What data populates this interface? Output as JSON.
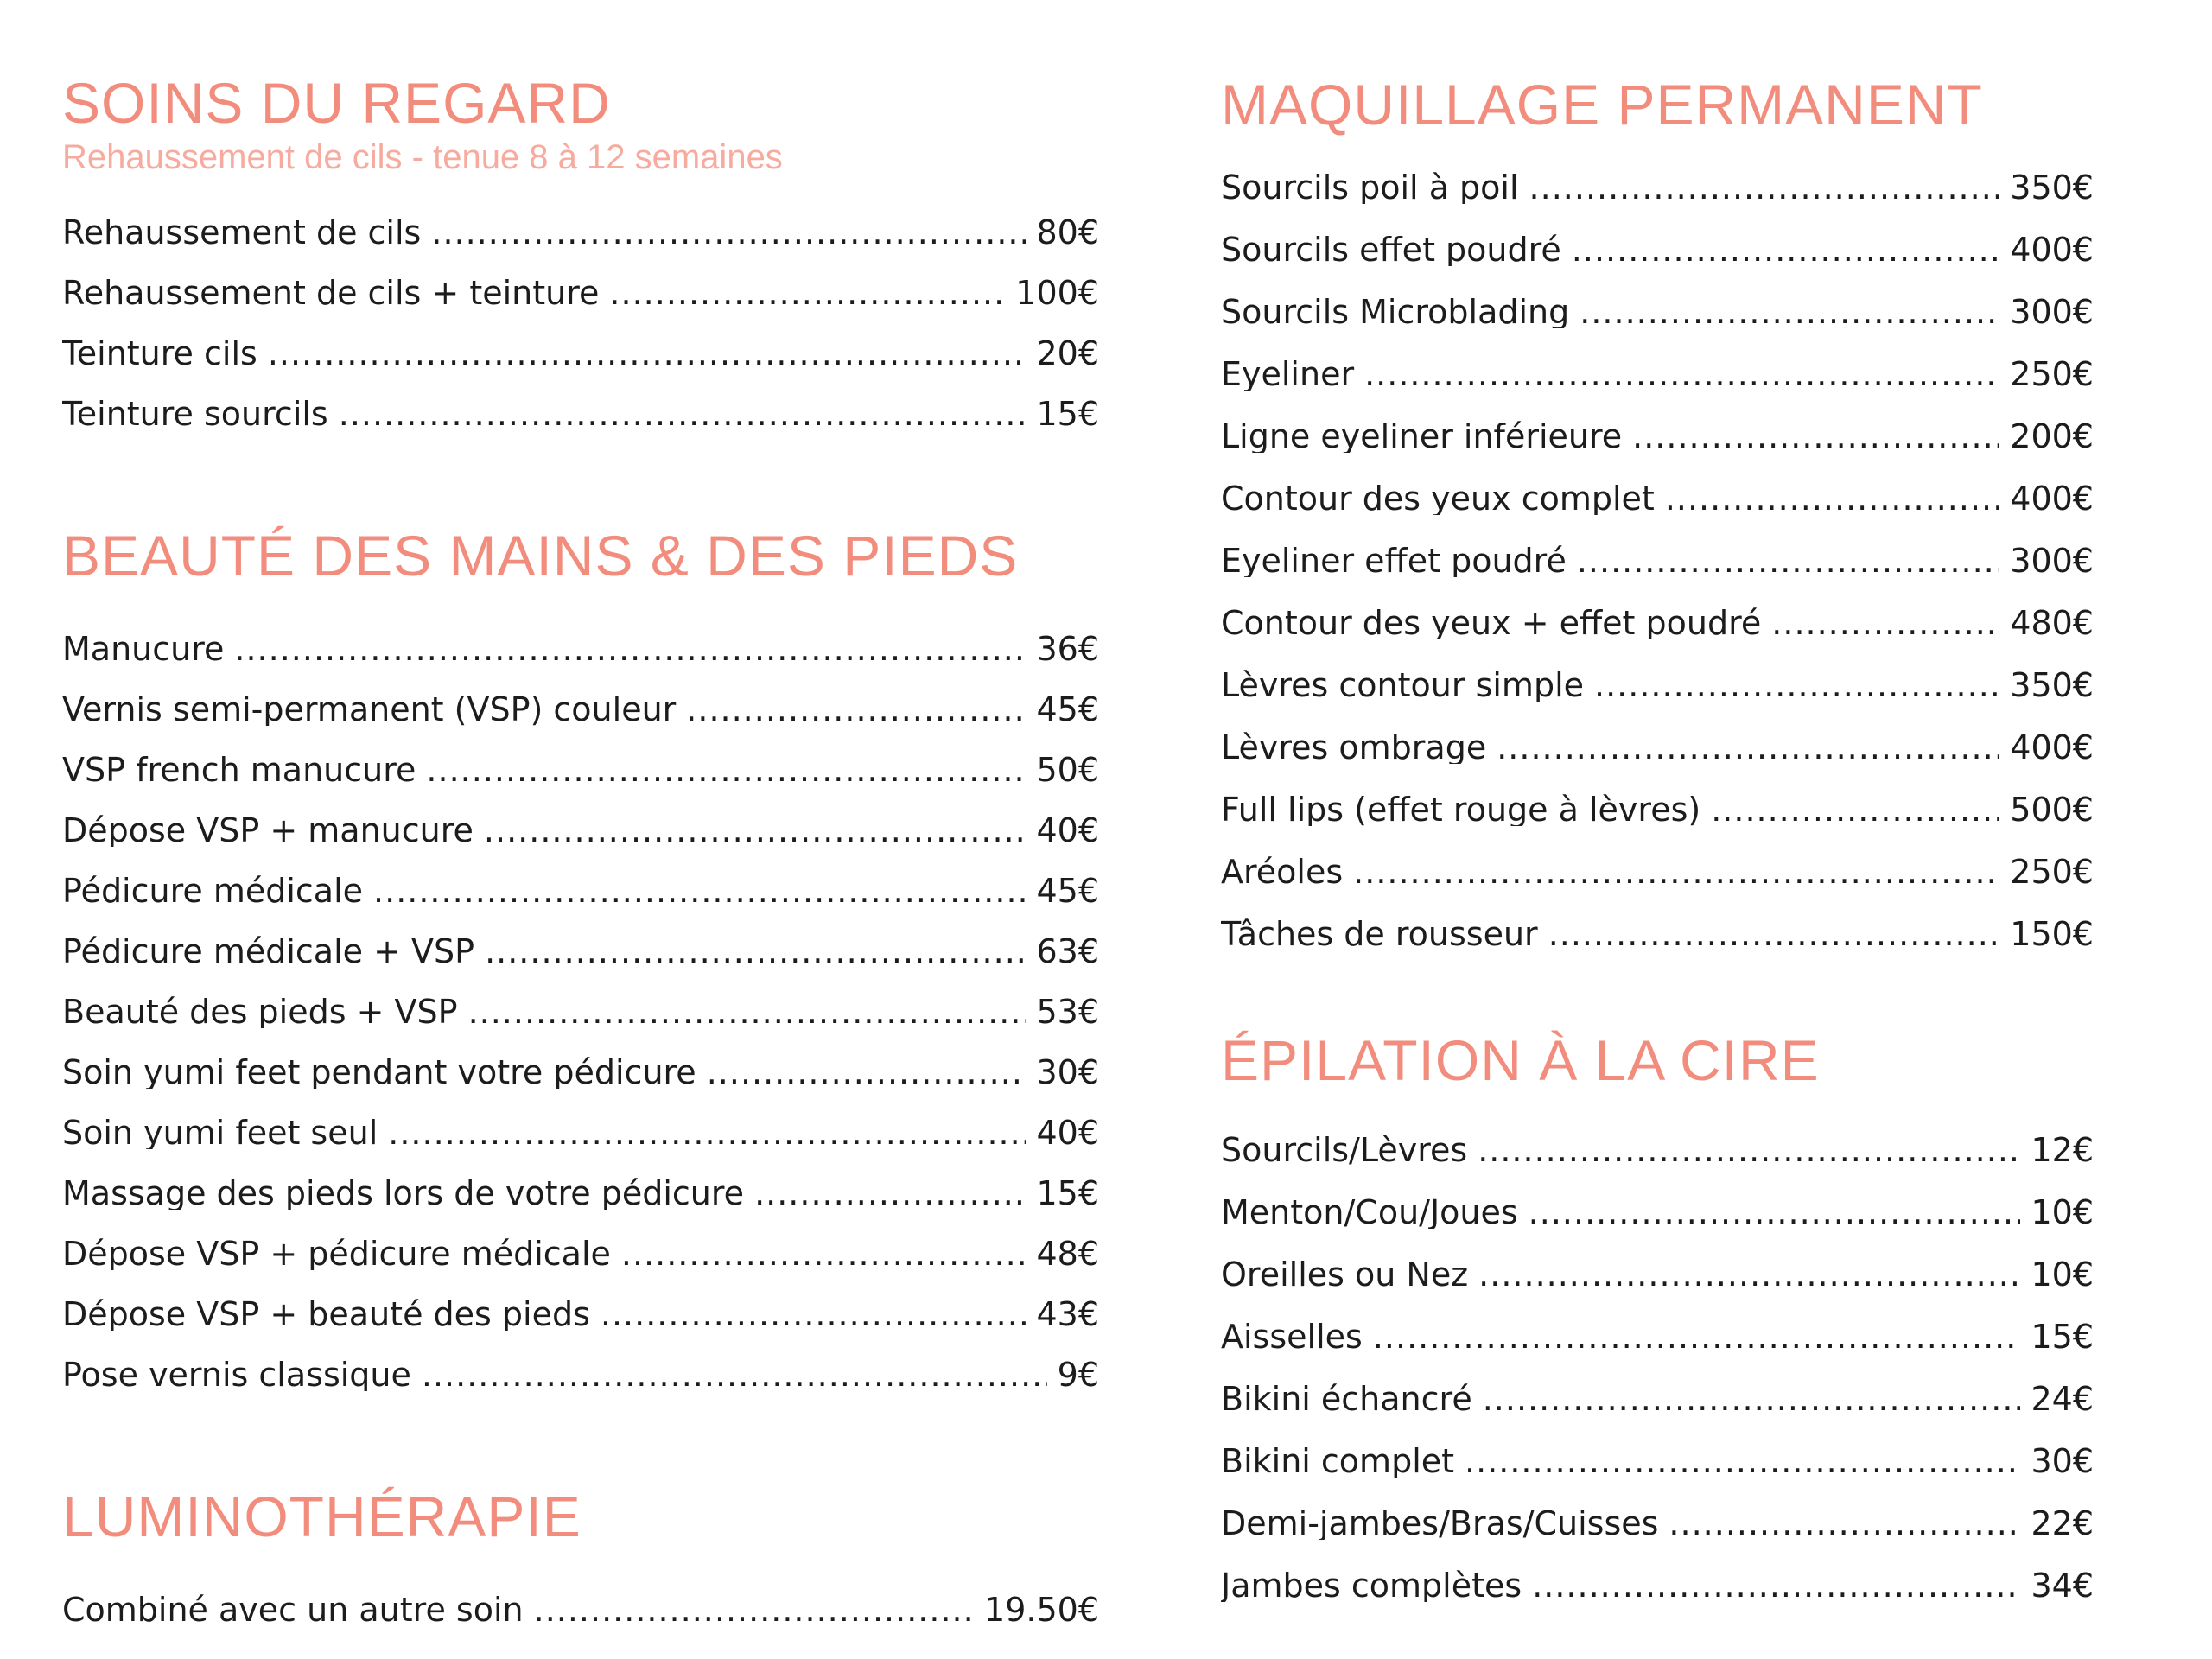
{
  "sections": {
    "regard": {
      "title": "SOINS DU REGARD",
      "subtitle": "Rehaussement de cils - tenue 8 à 12 semaines",
      "items": [
        {
          "name": "Rehaussement de cils",
          "price": "80€"
        },
        {
          "name": "Rehaussement de cils + teinture",
          "price": "100€"
        },
        {
          "name": "Teinture cils",
          "price": "20€"
        },
        {
          "name": "Teinture sourcils",
          "price": "15€"
        }
      ]
    },
    "mains_pieds": {
      "title": "BEAUTÉ DES MAINS & DES PIEDS",
      "items": [
        {
          "name": "Manucure",
          "price": "36€"
        },
        {
          "name": "Vernis semi-permanent (VSP) couleur",
          "price": "45€"
        },
        {
          "name": "VSP french manucure",
          "price": "50€"
        },
        {
          "name": "Dépose VSP + manucure",
          "price": "40€"
        },
        {
          "name": "Pédicure médicale",
          "price": "45€"
        },
        {
          "name": "Pédicure médicale + VSP",
          "price": "63€"
        },
        {
          "name": "Beauté des pieds + VSP",
          "price": "53€"
        },
        {
          "name": "Soin yumi feet pendant votre pédicure",
          "price": "30€"
        },
        {
          "name": "Soin yumi feet seul",
          "price": "40€"
        },
        {
          "name": "Massage des pieds lors de votre pédicure",
          "price": "15€"
        },
        {
          "name": "Dépose VSP + pédicure médicale",
          "price": "48€"
        },
        {
          "name": "Dépose VSP + beauté des pieds",
          "price": "43€"
        },
        {
          "name": "Pose vernis classique",
          "price": "9€"
        }
      ]
    },
    "lumino": {
      "title": "LUMINOTHÉRAPIE",
      "items": [
        {
          "name": "Combiné avec un autre soin",
          "price": "19.50€"
        }
      ]
    },
    "maquillage": {
      "title": "MAQUILLAGE PERMANENT",
      "items": [
        {
          "name": "Sourcils poil à poil",
          "price": "350€"
        },
        {
          "name": "Sourcils effet poudré",
          "price": "400€"
        },
        {
          "name": "Sourcils Microblading",
          "price": "300€"
        },
        {
          "name": "Eyeliner",
          "price": "250€"
        },
        {
          "name": "Ligne eyeliner inférieure",
          "price": "200€"
        },
        {
          "name": "Contour des yeux complet",
          "price": "400€"
        },
        {
          "name": "Eyeliner effet poudré",
          "price": "300€"
        },
        {
          "name": "Contour des yeux + effet poudré",
          "price": "480€"
        },
        {
          "name": "Lèvres contour simple",
          "price": "350€"
        },
        {
          "name": "Lèvres ombrage",
          "price": "400€"
        },
        {
          "name": "Full lips (effet rouge à lèvres)",
          "price": "500€"
        },
        {
          "name": "Aréoles",
          "price": "250€"
        },
        {
          "name": "Tâches de rousseur",
          "price": "150€"
        }
      ]
    },
    "epilation": {
      "title": "ÉPILATION À LA CIRE",
      "items": [
        {
          "name": "Sourcils/Lèvres",
          "price": "12€"
        },
        {
          "name": "Menton/Cou/Joues",
          "price": "10€"
        },
        {
          "name": "Oreilles ou Nez",
          "price": "10€"
        },
        {
          "name": "Aisselles",
          "price": "15€"
        },
        {
          "name": "Bikini échancré",
          "price": "24€"
        },
        {
          "name": "Bikini complet",
          "price": "30€"
        },
        {
          "name": "Demi-jambes/Bras/Cuisses",
          "price": "22€"
        },
        {
          "name": "Jambes complètes",
          "price": "34€"
        }
      ]
    }
  },
  "colors": {
    "accent": "#f28d7e",
    "subtitle": "#f7ab9f",
    "text": "#1c1c1c",
    "background": "#ffffff"
  }
}
